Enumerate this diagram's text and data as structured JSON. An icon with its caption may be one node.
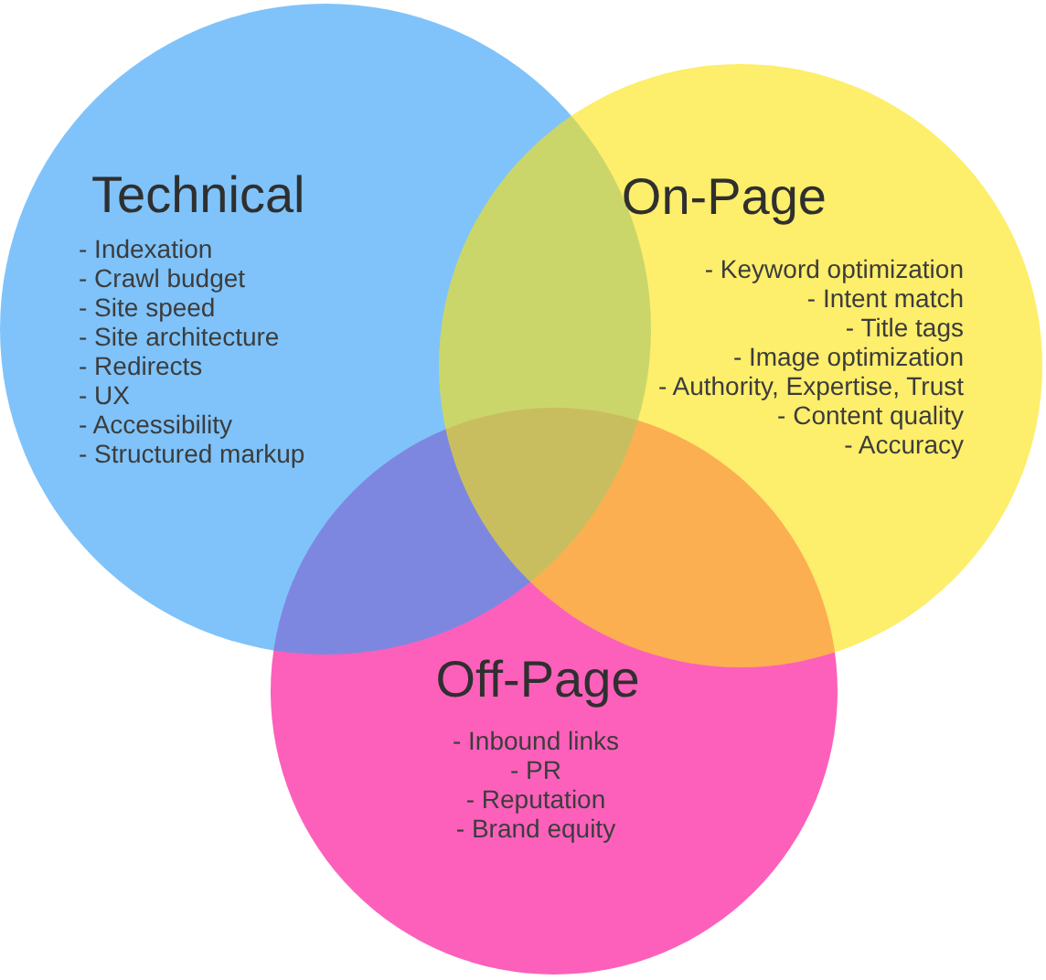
{
  "diagram": {
    "nodes": [
      {
        "text": [
          "Technical",
          "- Indexation",
          "- Crawl budget",
          "- Site speed",
          "- Site architecture",
          "- Redirects",
          "- UX",
          "- Accessibility",
          "- Structured markup"
        ]
      },
      {
        "text": [
          "On-Page",
          "- Keyword optimization",
          "- Intent match",
          "- Title tags",
          "- Image optimization",
          "- Authority, Expertise, Trust",
          "- Content quality",
          "- Accuracy"
        ]
      },
      {
        "text": [
          "Off-Page",
          "- Inbound links",
          "- PR",
          "- Reputation",
          "- Brand equity"
        ]
      }
    ]
  }
}
